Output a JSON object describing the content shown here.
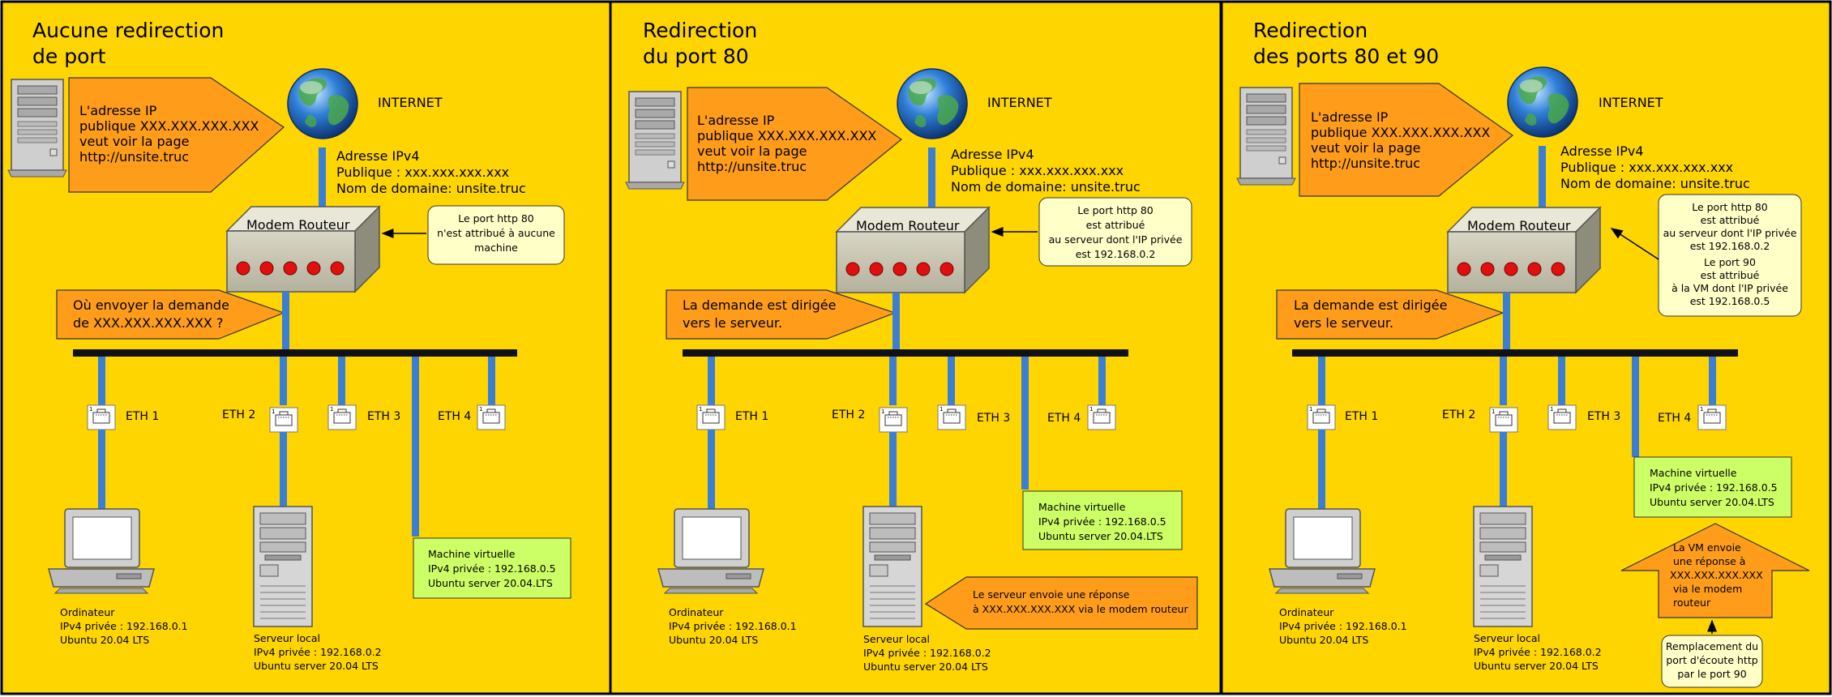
{
  "colors": {
    "panel_bg": "#ffd500",
    "cable": "#3a7fd5",
    "bus": "#111111",
    "arrow_orange": "#ff9c1a",
    "note_yellow": "#ffffc8",
    "vm_green": "#ccff66",
    "led_red": "#e01010"
  },
  "common": {
    "internet": "INTERNET",
    "router": "Modem Routeur",
    "wan_lines": [
      "Adresse IPv4",
      "Publique : xxx.xxx.xxx.xxx",
      "Nom de domaine: unsite.truc"
    ],
    "client_lines": [
      "L'adresse IP",
      "publique XXX.XXX.XXX.XXX",
      "veut voir la page",
      "http://unsite.truc"
    ],
    "eth": [
      "ETH 1",
      "ETH 2",
      "ETH 3",
      "ETH 4"
    ],
    "computer_lines": [
      "Ordinateur",
      "IPv4  privée : 192.168.0.1",
      "Ubuntu 20.04 LTS"
    ],
    "server_lines": [
      "Serveur local",
      "IPv4  privée : 192.168.0.2",
      "Ubuntu server 20.04 LTS"
    ],
    "vm_lines": [
      "Machine virtuelle",
      "IPv4 privée : 192.168.0.5",
      "Ubuntu server 20.04.LTS"
    ]
  },
  "panels": [
    {
      "title": [
        "Aucune redirection",
        "de port"
      ],
      "router_note": [
        "Le port http 80",
        "n'est attribué à aucune",
        "machine"
      ],
      "question_lines": [
        "Où envoyer la demande",
        "de XXX.XXX.XXX.XXX ?"
      ]
    },
    {
      "title": [
        "Redirection",
        "du port 80"
      ],
      "router_note": [
        "Le port http 80",
        "est attribué",
        "au serveur dont l'IP privée",
        "est 192.168.0.2"
      ],
      "question_lines": [
        "La demande est dirigée",
        "vers le serveur."
      ],
      "reply_lines": [
        "Le serveur envoie une réponse",
        "à XXX.XXX.XXX.XXX via le modem routeur"
      ]
    },
    {
      "title": [
        "Redirection",
        "des ports 80 et 90"
      ],
      "router_note": [
        "Le port http 80",
        "est attribué",
        "au serveur dont l'IP privée",
        "est 192.168.0.2",
        "Le port 90",
        "est attribué",
        "à la VM dont l'IP privée",
        "est 192.168.0.5"
      ],
      "question_lines": [
        "La demande est dirigée",
        "vers le serveur."
      ],
      "vm_reply_lines": [
        "La VM envoie",
        "une réponse  à",
        "XXX.XXX.XXX.XXX",
        "via le modem",
        "routeur"
      ],
      "port_note": [
        "Remplacement du",
        "port d'écoute http",
        "par le port 90"
      ]
    }
  ]
}
